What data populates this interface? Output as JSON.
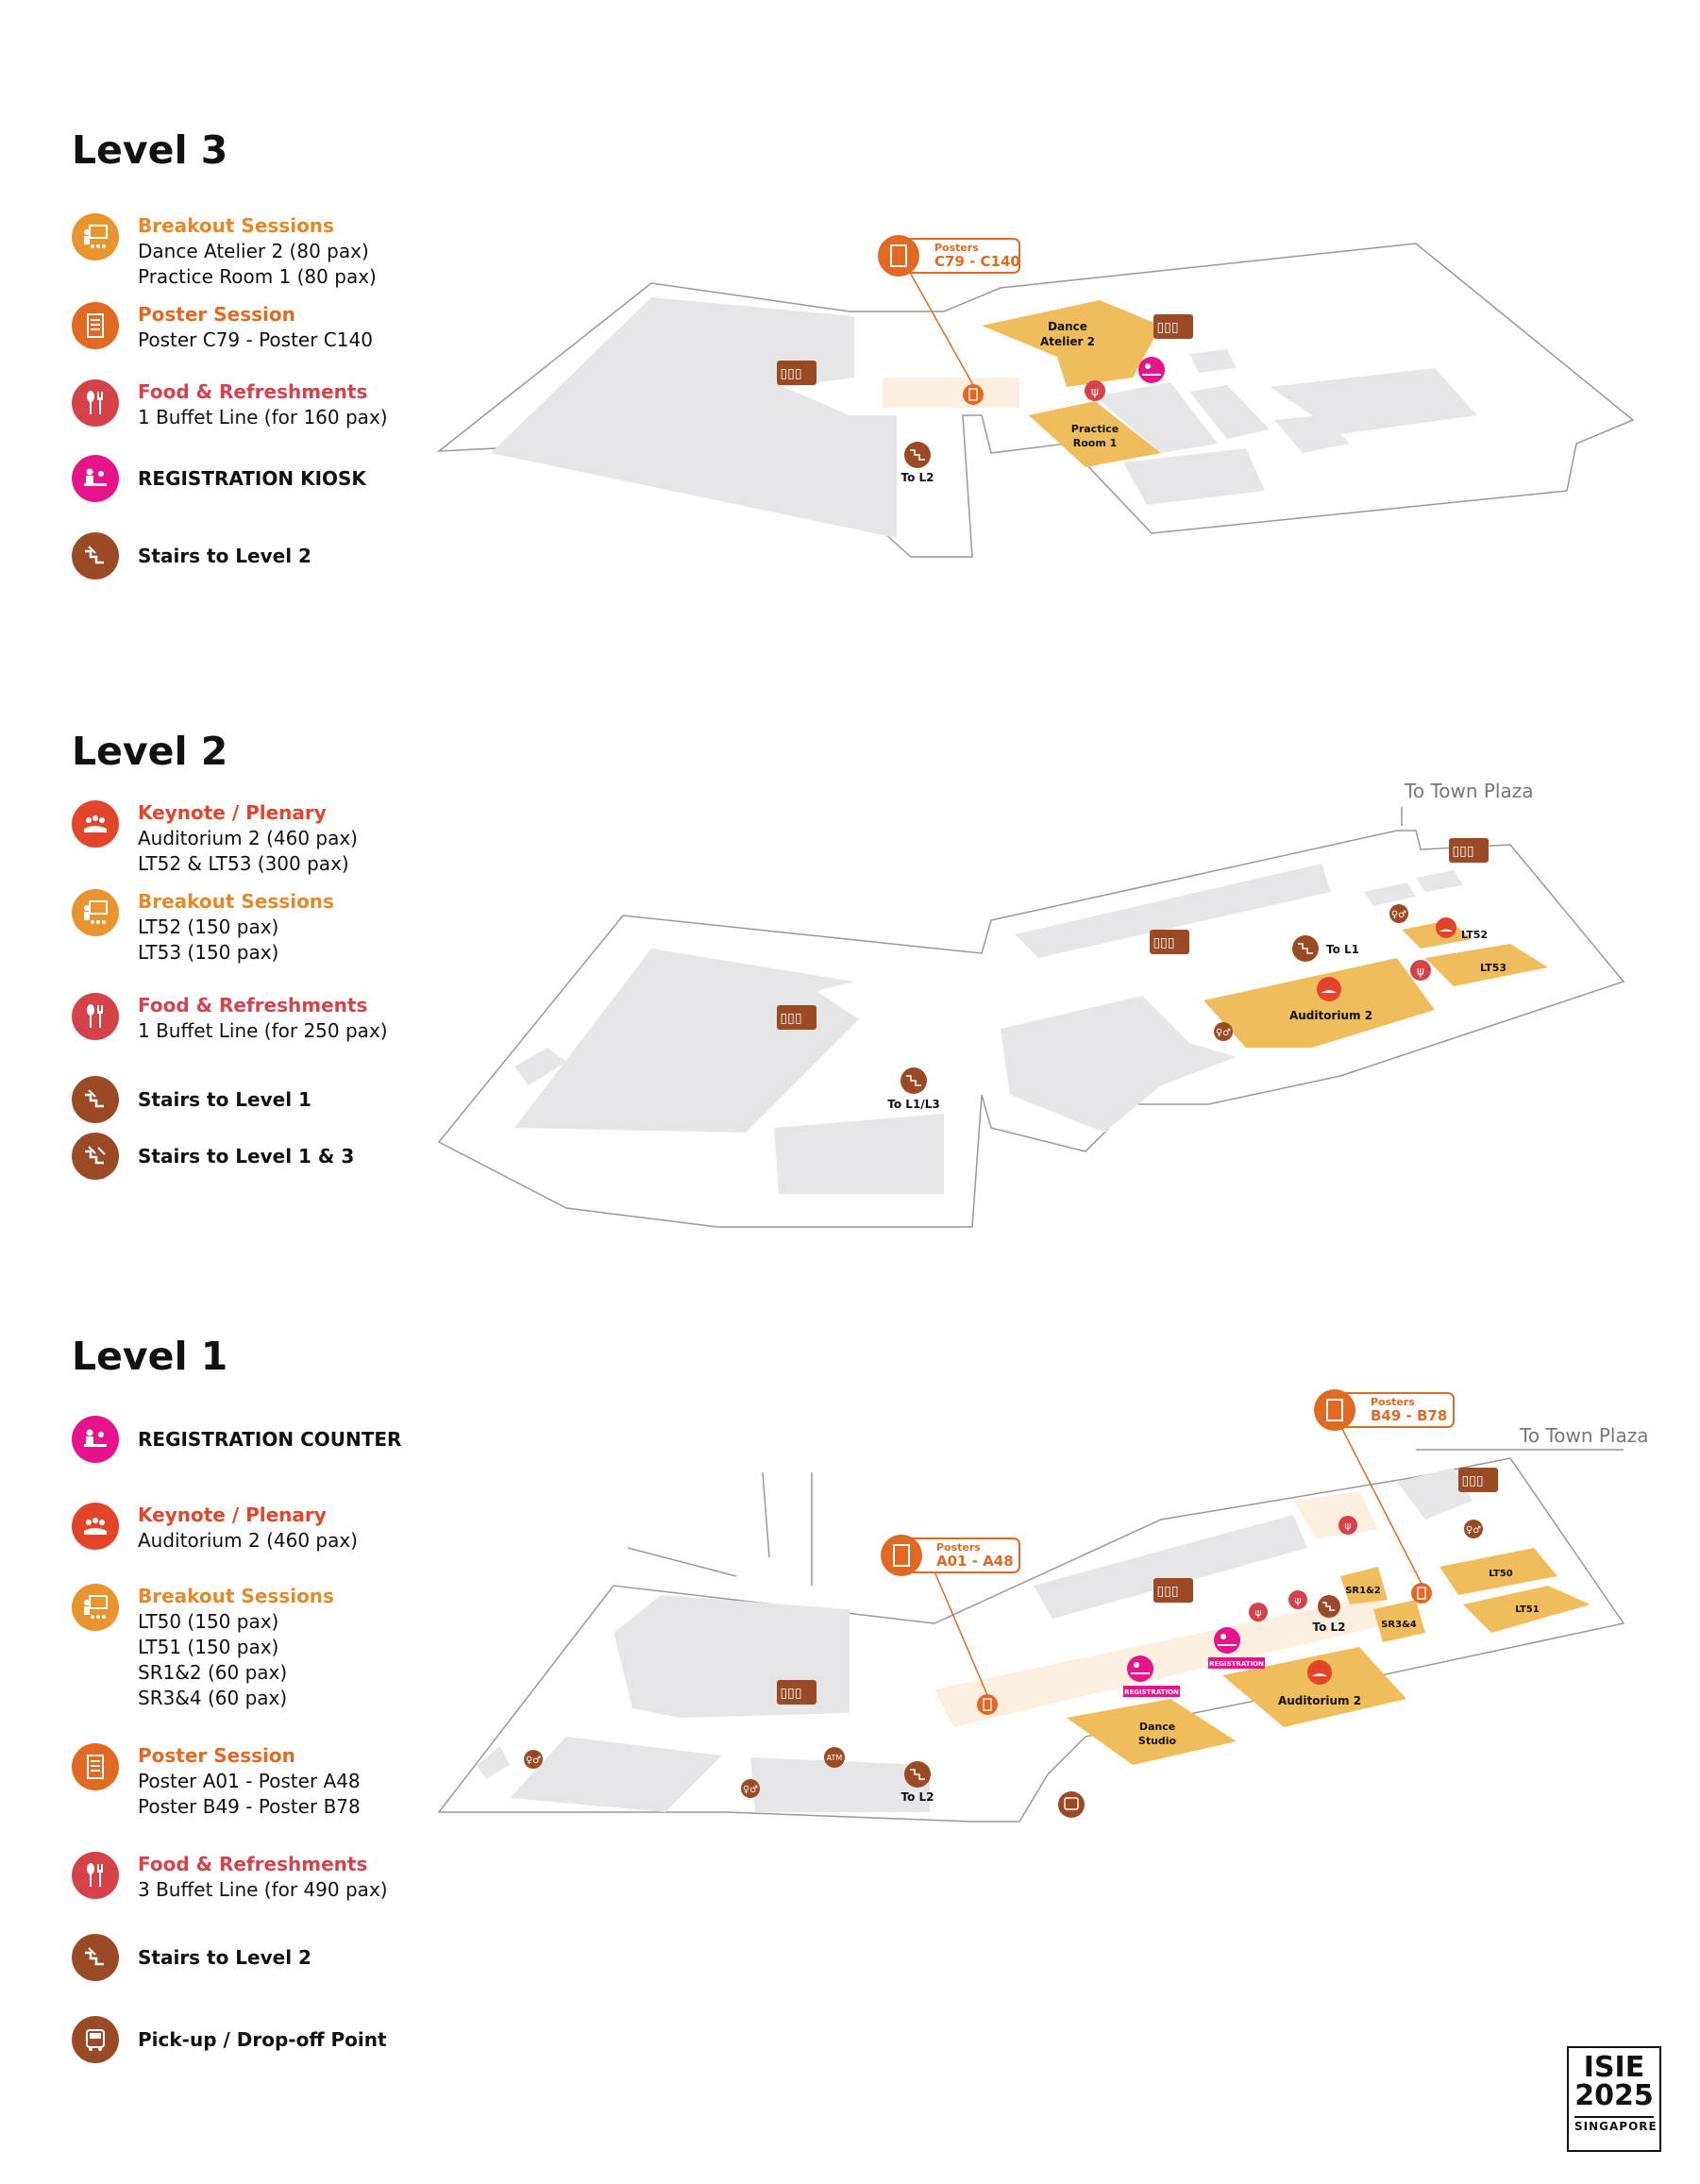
{
  "levels": [
    {
      "title": "Level 3",
      "legend": [
        {
          "head": "Breakout Sessions",
          "lines": [
            "Dance Atelier 2 (80 pax)",
            "Practice Room 1 (80 pax)"
          ]
        },
        {
          "head": "Poster Session",
          "lines": [
            "Poster C79 - Poster C140"
          ]
        },
        {
          "head": "Food & Refreshments",
          "lines": [
            "1 Buffet Line (for 160 pax)"
          ]
        },
        {
          "label": "REGISTRATION KIOSK"
        },
        {
          "label": "Stairs to Level 2"
        }
      ],
      "map": {
        "poster_callout": {
          "small": "Posters",
          "big": "C79 - C140"
        },
        "rooms": [
          "Dance",
          "Atelier 2",
          "Practice",
          "Room 1"
        ],
        "stairs_label": "To L2"
      }
    },
    {
      "title": "Level 2",
      "legend": [
        {
          "head": "Keynote / Plenary",
          "lines": [
            "Auditorium 2 (460 pax)",
            "LT52 & LT53 (300 pax)"
          ]
        },
        {
          "head": "Breakout Sessions",
          "lines": [
            "LT52 (150 pax)",
            "LT53 (150 pax)"
          ]
        },
        {
          "head": "Food & Refreshments",
          "lines": [
            "1 Buffet Line (for 250 pax)"
          ]
        },
        {
          "label": "Stairs to Level 1"
        },
        {
          "label": "Stairs to Level 1 & 3"
        }
      ],
      "map": {
        "town_plaza": "To Town Plaza",
        "rooms": [
          "LT52",
          "LT53",
          "Auditorium 2"
        ],
        "stairs_label_a": "To L1",
        "stairs_label_b": "To L1/L3"
      }
    },
    {
      "title": "Level 1",
      "legend": [
        {
          "label": "REGISTRATION COUNTER"
        },
        {
          "head": "Keynote / Plenary",
          "lines": [
            "Auditorium 2 (460 pax)"
          ]
        },
        {
          "head": "Breakout Sessions",
          "lines": [
            "LT50 (150 pax)",
            "LT51 (150 pax)",
            "SR1&2 (60 pax)",
            "SR3&4 (60 pax)"
          ]
        },
        {
          "head": "Poster Session",
          "lines": [
            "Poster A01 - Poster A48",
            "Poster B49 - Poster B78"
          ]
        },
        {
          "head": "Food & Refreshments",
          "lines": [
            "3 Buffet Line (for 490 pax)"
          ]
        },
        {
          "label": "Stairs to Level 2"
        },
        {
          "label": "Pick-up / Drop-off Point"
        }
      ],
      "map": {
        "town_plaza": "To Town Plaza",
        "poster_callout_a": {
          "small": "Posters",
          "big": "A01 - A48"
        },
        "poster_callout_b": {
          "small": "Posters",
          "big": "B49 - B78"
        },
        "rooms": [
          "SR1&2",
          "SR3&4",
          "LT50",
          "LT51",
          "Auditorium 2",
          "Dance",
          "Studio"
        ],
        "registration_tag": "REGISTRATION",
        "atm": "ATM",
        "stairs_label_a": "To L2",
        "stairs_label_b": "To L2"
      }
    }
  ],
  "logo": {
    "line1": "ISIE",
    "line2": "2025",
    "line3": "SINGAPORE"
  },
  "colors": {
    "breakout": "#e8952f",
    "poster": "#e06a23",
    "keynote": "#e2452a",
    "food": "#d4424a",
    "registration": "#e5148b",
    "stairs": "#9b4a26",
    "room_fill": "#f0bd5c",
    "building_fill": "#e6e6e8",
    "corridor_fill": "#fdefdf"
  },
  "icons": [
    "presenter-icon",
    "poster-board-icon",
    "fork-spoon-icon",
    "registration-icon",
    "stairs-icon",
    "audience-icon",
    "bus-icon",
    "lift-icon",
    "toilet-icon"
  ]
}
